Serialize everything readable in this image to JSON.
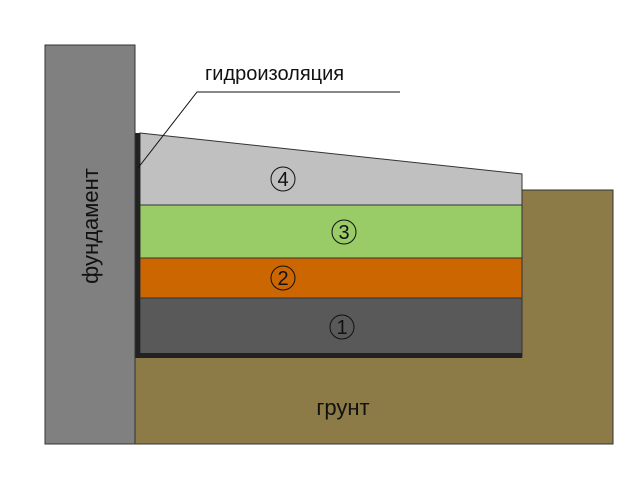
{
  "labels": {
    "foundation": "фундамент",
    "waterproofing": "гидроизоляция",
    "soil": "грунт"
  },
  "layers": [
    {
      "number": "1",
      "color": "#595959"
    },
    {
      "number": "2",
      "color": "#cc6600"
    },
    {
      "number": "3",
      "color": "#99cc66"
    },
    {
      "number": "4",
      "color": "#c0c0c0"
    }
  ],
  "colors": {
    "foundation": "#808080",
    "soil": "#8c7a47",
    "waterproofing": "#222222",
    "outline": "#333333"
  }
}
